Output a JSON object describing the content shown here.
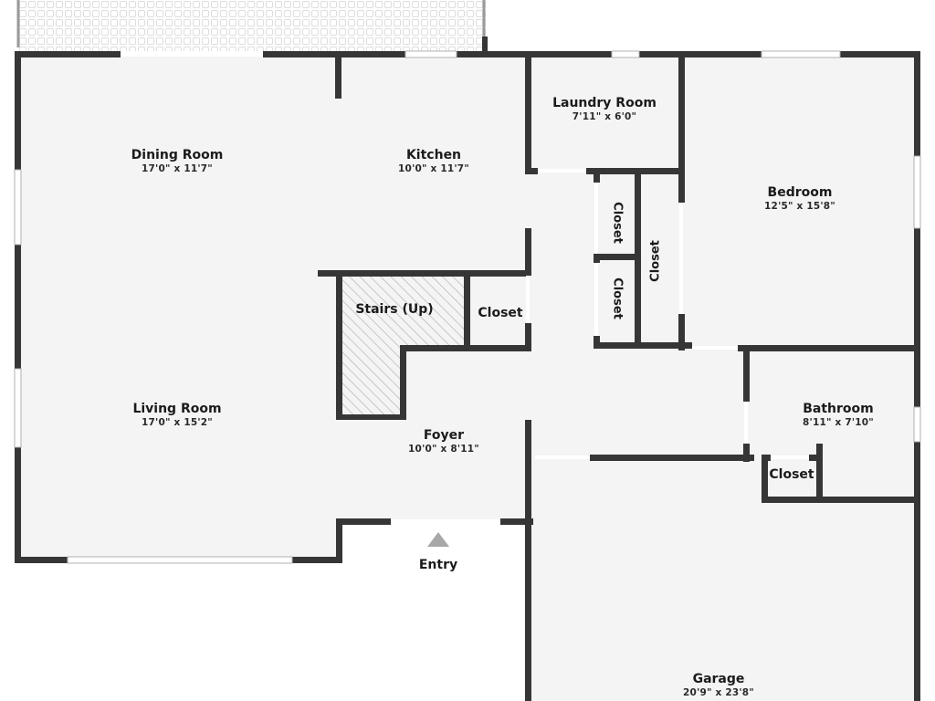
{
  "plan": {
    "colors": {
      "floor": "#f4f4f4",
      "wall": "#363636",
      "window": "#cfcfcf",
      "patio_tile": "#e6e6e6",
      "background": "#ffffff",
      "entry_arrow": "#a8a8a8"
    },
    "patio": {
      "pattern": "tile-grid"
    }
  },
  "rooms": {
    "dining_room": {
      "name": "Dining Room",
      "dims": "17'0\" x 11'7\""
    },
    "kitchen": {
      "name": "Kitchen",
      "dims": "10'0\" x 11'7\""
    },
    "laundry_room": {
      "name": "Laundry Room",
      "dims": "7'11\" x 6'0\""
    },
    "bedroom": {
      "name": "Bedroom",
      "dims": "12'5\" x 15'8\""
    },
    "living_room": {
      "name": "Living Room",
      "dims": "17'0\" x 15'2\""
    },
    "foyer": {
      "name": "Foyer",
      "dims": "10'0\" x 8'11\""
    },
    "bathroom": {
      "name": "Bathroom",
      "dims": "8'11\" x 7'10\""
    },
    "garage": {
      "name": "Garage",
      "dims": "20'9\" x 23'8\""
    },
    "stairs": {
      "name": "Stairs (Up)"
    },
    "closet_stairs": {
      "name": "Closet"
    },
    "closet_hall_upper": {
      "name": "Closet"
    },
    "closet_hall_lower": {
      "name": "Closet"
    },
    "closet_bedroom": {
      "name": "Closet"
    },
    "closet_bathroom": {
      "name": "Closet"
    }
  },
  "entry": {
    "label": "Entry",
    "icon": "triangle-up-arrow"
  }
}
